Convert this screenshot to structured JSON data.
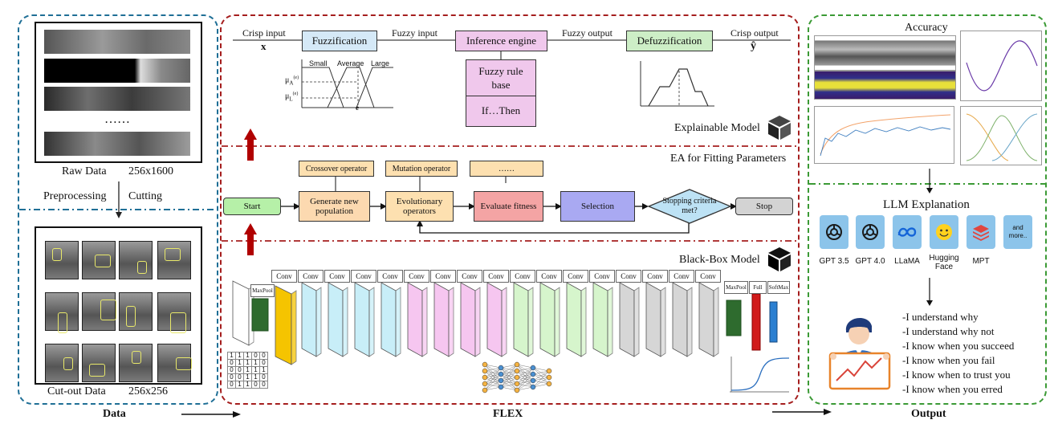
{
  "data_panel": {
    "raw_label": "Raw Data",
    "raw_size": "256x1600",
    "ellipsis": "……",
    "preprocessing": "Preprocessing",
    "cutting": "Cutting",
    "cutout_label": "Cut-out Data",
    "cutout_size": "256x256",
    "footer": "Data"
  },
  "flex_panel": {
    "footer": "FLEX",
    "fuzzy": {
      "crisp_input": "Crisp input",
      "x": "x",
      "fuzzification": "Fuzzification",
      "fuzzy_input": "Fuzzy input",
      "inference": "Inference engine",
      "fuzzy_output": "Fuzzy output",
      "defuzzification": "Defuzzification",
      "crisp_output": "Crisp output",
      "yhat": "ŷ",
      "rule_base": "Fuzzy rule base",
      "if_then": "If…Then",
      "small": "Small",
      "average": "Average",
      "large": "Large",
      "mu_a": "μ",
      "mu_a_sub": "A",
      "mu_a_sup": "(e)",
      "mu_l": "μ",
      "mu_l_sub": "L",
      "mu_l_sup": "(e)",
      "e": "e",
      "section_title": "Explainable Model"
    },
    "ea": {
      "section_title": "EA for Fitting Parameters",
      "crossover": "Crossover operator",
      "mutation": "Mutation operator",
      "dots": "……",
      "start": "Start",
      "generate": "Generate new population",
      "evolutionary": "Evolutionary operators",
      "evaluate": "Evaluate fitness",
      "selection": "Selection",
      "stopping": "Stopping criteria met?",
      "stop": "Stop"
    },
    "cnn": {
      "section_title": "Black-Box Model",
      "maxpool": "MaxPool",
      "conv": "Conv",
      "maxpool2": "MaxPool",
      "full": "Full",
      "softmax": "SoftMax",
      "matrix": [
        [
          "1",
          "1",
          "1",
          "0",
          "0"
        ],
        [
          "0",
          "1",
          "1",
          "1",
          "0"
        ],
        [
          "0",
          "0",
          "1",
          "1",
          "1"
        ],
        [
          "0",
          "0",
          "1",
          "1",
          "0"
        ],
        [
          "0",
          "1",
          "1",
          "0",
          "0"
        ]
      ]
    }
  },
  "output_panel": {
    "accuracy": "Accuracy",
    "llm_title": "LLM Explanation",
    "models": [
      "GPT 3.5",
      "GPT 4.0",
      "LLaMA",
      "Hugging Face",
      "MPT"
    ],
    "more": "and more..",
    "statements": [
      "-I understand why",
      "-I understand why not",
      "-I know when you succeed",
      "-I know when you fail",
      "-I know when to trust you",
      "-I know when you erred"
    ],
    "footer": "Output"
  },
  "colors": {
    "data_border": "#1f6f96",
    "flex_border": "#a51e1e",
    "output_border": "#3b9a35",
    "fuzzification_fill": "#d5e9f7",
    "inference_fill": "#f0c8ec",
    "defuzz_fill": "#cdeec6",
    "crossover_fill": "#fde0b0",
    "generate_fill": "#fcd9b0",
    "evaluate_fill": "#f4a4a4",
    "selection_fill": "#a9a9f2",
    "stopping_fill": "#bde2f5",
    "start_fill": "#b6f0a8",
    "stop_fill": "#d3d3d3",
    "arrow_red": "#b00000"
  }
}
